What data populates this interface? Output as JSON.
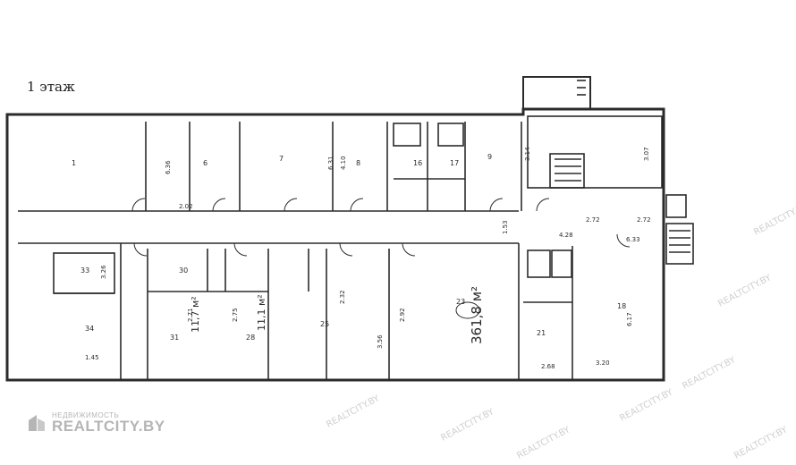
{
  "floor_title": "1 этаж",
  "total_area_note": "361,8 м²",
  "area_note_2": "11,7 м²",
  "area_note_3": "11,1 м²",
  "dimension_labels": [
    "6.36",
    "2.02",
    "6.31",
    "4.10",
    "3.14",
    "3.07",
    "1.53",
    "2.72",
    "2.72",
    "6.33",
    "4.28",
    "1.45",
    "3.26",
    "2.71",
    "2.75",
    "2.92",
    "3.56",
    "2.68",
    "3.20",
    "6.17",
    "2.32"
  ],
  "room_numbers": [
    "1",
    "6",
    "7",
    "8",
    "9",
    "16",
    "17",
    "18",
    "21",
    "23",
    "25",
    "28",
    "30",
    "31",
    "33",
    "34"
  ],
  "watermark": {
    "brand_small": "НЕДВИЖИМОСТЬ",
    "brand_big": "REALTCITY.BY",
    "repeat_text": "REALTCITY.BY"
  },
  "colors": {
    "line": "#2b2b2b",
    "watermark": "#cfcfcf"
  }
}
